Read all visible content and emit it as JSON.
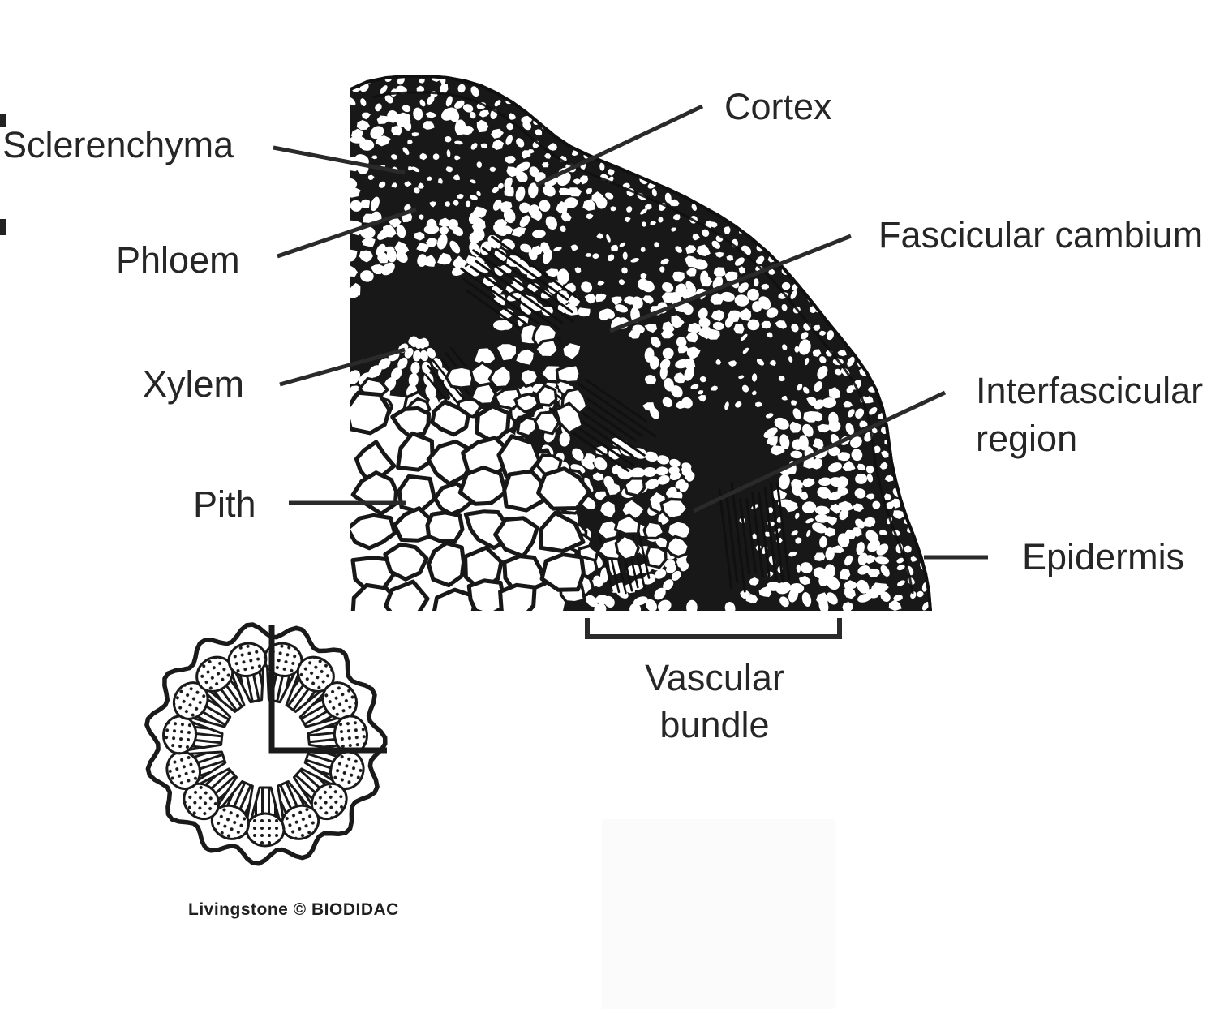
{
  "page": {
    "background": "#ffffff",
    "ink": "#1f1f1f"
  },
  "labels": {
    "sclerenchyma": "Sclerenchyma",
    "phloem": "Phloem",
    "xylem": "Xylem",
    "pith": "Pith",
    "cortex": "Cortex",
    "fascicular_cambium": "Fascicular cambium",
    "interfascicular_region": {
      "line1": "Interfascicular",
      "line2": "region"
    },
    "epidermis": "Epidermis",
    "vascular_bundle": {
      "line1": "Vascular",
      "line2": "bundle"
    }
  },
  "credit": "Livingstone © BIODIDAC"
}
